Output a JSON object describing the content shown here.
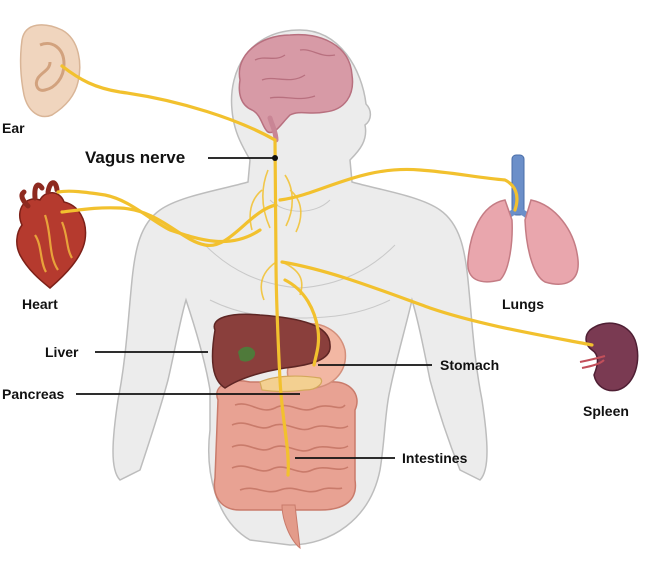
{
  "labels": {
    "ear": "Ear",
    "vagus": "Vagus nerve",
    "heart": "Heart",
    "lungs": "Lungs",
    "liver": "Liver",
    "stomach": "Stomach",
    "pancreas": "Pancreas",
    "spleen": "Spleen",
    "intestines": "Intestines"
  },
  "colors": {
    "nerve": "#f2c12e",
    "body_fill": "#ececec",
    "body_outline": "#bdbdbd",
    "brain": "#d79aa6",
    "liver": "#8a3f3c",
    "stomach": "#f2b7a3",
    "intestines": "#e8a293",
    "lungs": "#e9a6ad",
    "trachea": "#6b8fc9",
    "spleen": "#7a3a52",
    "heart": "#b53a2e",
    "ear": "#f0d5be"
  }
}
